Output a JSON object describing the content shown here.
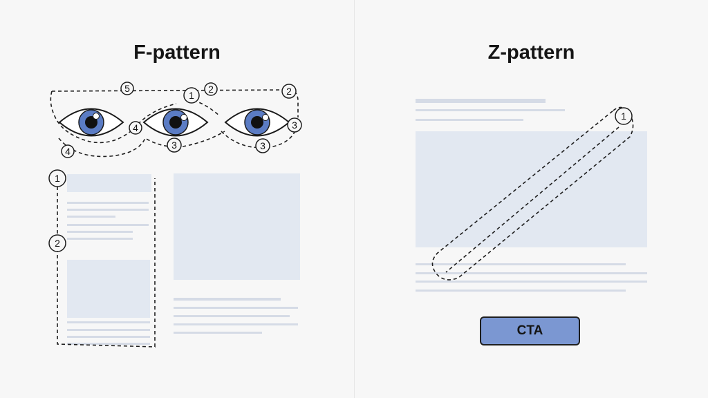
{
  "left_panel": {
    "title": "F-pattern",
    "markers": {
      "top_5": "5",
      "top_1": "1",
      "top_2a": "2",
      "top_2b": "2",
      "eye_4": "4",
      "eye_3a": "3",
      "eye_3b": "3",
      "eye_3c": "3",
      "low_4": "4",
      "side_1": "1",
      "side_2": "2"
    }
  },
  "right_panel": {
    "title": "Z-pattern",
    "markers": {
      "diag_1": "1"
    },
    "cta_label": "CTA"
  },
  "colors": {
    "background": "#f7f7f7",
    "placeholder_block": "#e2e8f1",
    "placeholder_line": "#d7dde8",
    "iris": "#5b7cc4",
    "cta_fill": "#7b97d2",
    "outline": "#1e1e1e"
  }
}
